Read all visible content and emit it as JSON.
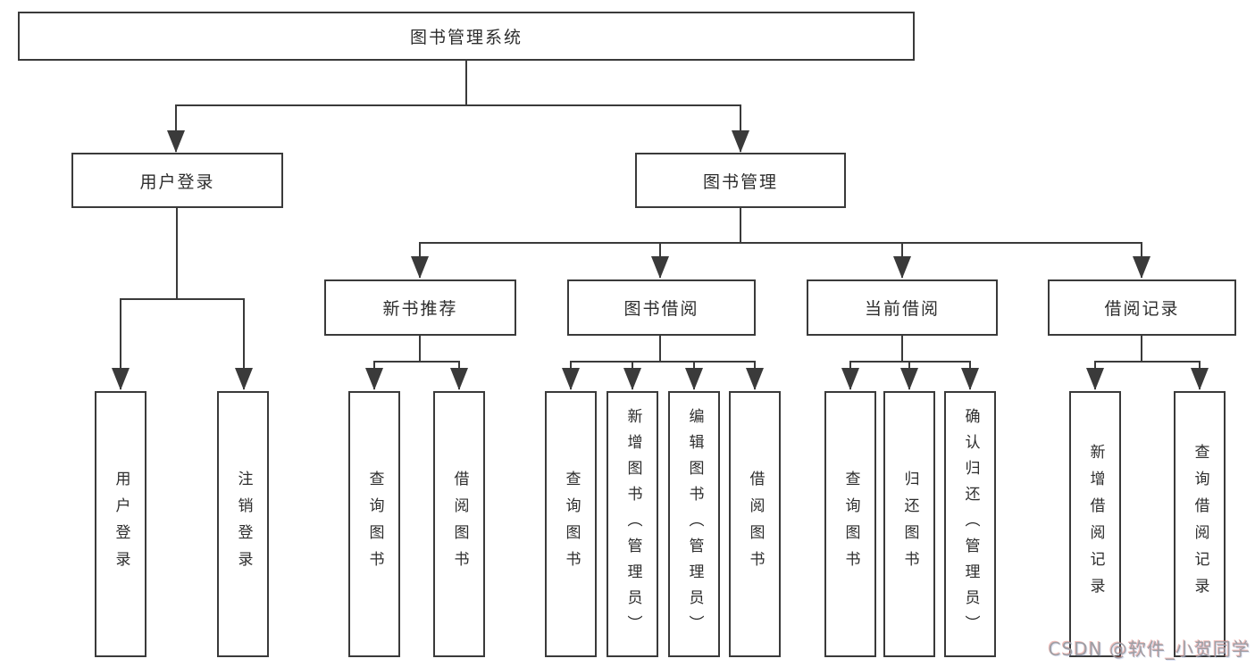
{
  "diagram": {
    "title": "图书管理系统",
    "root": {
      "label": "图书管理系统"
    },
    "level2": [
      {
        "label": "用户登录"
      },
      {
        "label": "图书管理"
      }
    ],
    "level3": [
      {
        "label": "新书推荐"
      },
      {
        "label": "图书借阅"
      },
      {
        "label": "当前借阅"
      },
      {
        "label": "借阅记录"
      }
    ],
    "leaves": {
      "user_login": [
        "用户登录",
        "注销登录"
      ],
      "new_book": [
        "查询图书",
        "借阅图书"
      ],
      "book_borrow": [
        "查询图书",
        "新增图书（管理员）",
        "编辑图书（管理员）",
        "借阅图书"
      ],
      "current_borrow": [
        "查询图书",
        "归还图书",
        "确认归还（管理员）"
      ],
      "borrow_records": [
        "新增借阅记录",
        "查询借阅记录"
      ]
    },
    "colors": {
      "line": "#3a3a3a",
      "text": "#2d2d2d",
      "background": "#ffffff",
      "watermark": "#9e9ea4"
    }
  },
  "watermark": {
    "text": "CSDN @软件_小贺同学"
  }
}
